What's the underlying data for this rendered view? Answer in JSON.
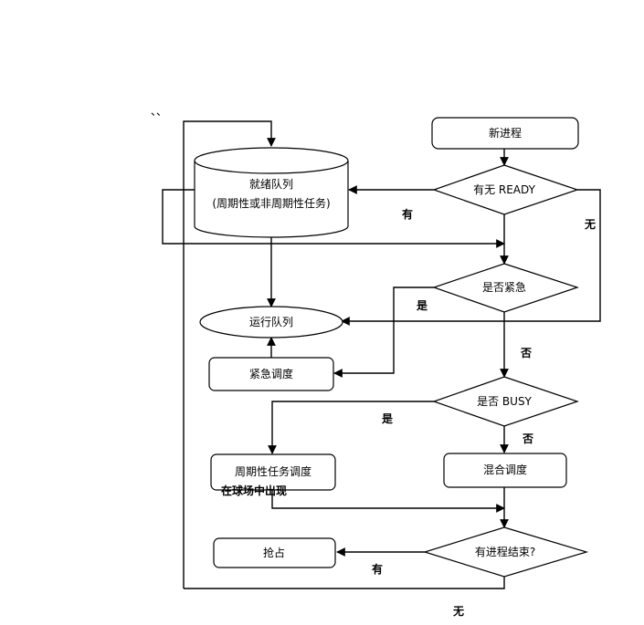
{
  "nodes": {
    "new_process": "新进程",
    "ready_check": "有无 READY",
    "ready_queue_line1": "就绪队列",
    "ready_queue_line2": "(周期性或非周期性任务)",
    "urgent_check": "是否紧急",
    "run_queue": "运行队列",
    "urgent_schedule": "紧急调度",
    "busy_check": "是否 BUSY",
    "periodic_schedule": "周期性任务调度",
    "mixed_schedule": "混合调度",
    "process_end_check": "有进程结束?",
    "preempt": "抢占"
  },
  "labels": {
    "ready_yes": "有",
    "ready_no": "无",
    "urgent_yes": "是",
    "urgent_no": "否",
    "busy_yes": "是",
    "busy_no": "否",
    "end_yes": "有",
    "end_no": "无",
    "overlap_note": "在球场中出现",
    "corner_mark": "、、"
  }
}
